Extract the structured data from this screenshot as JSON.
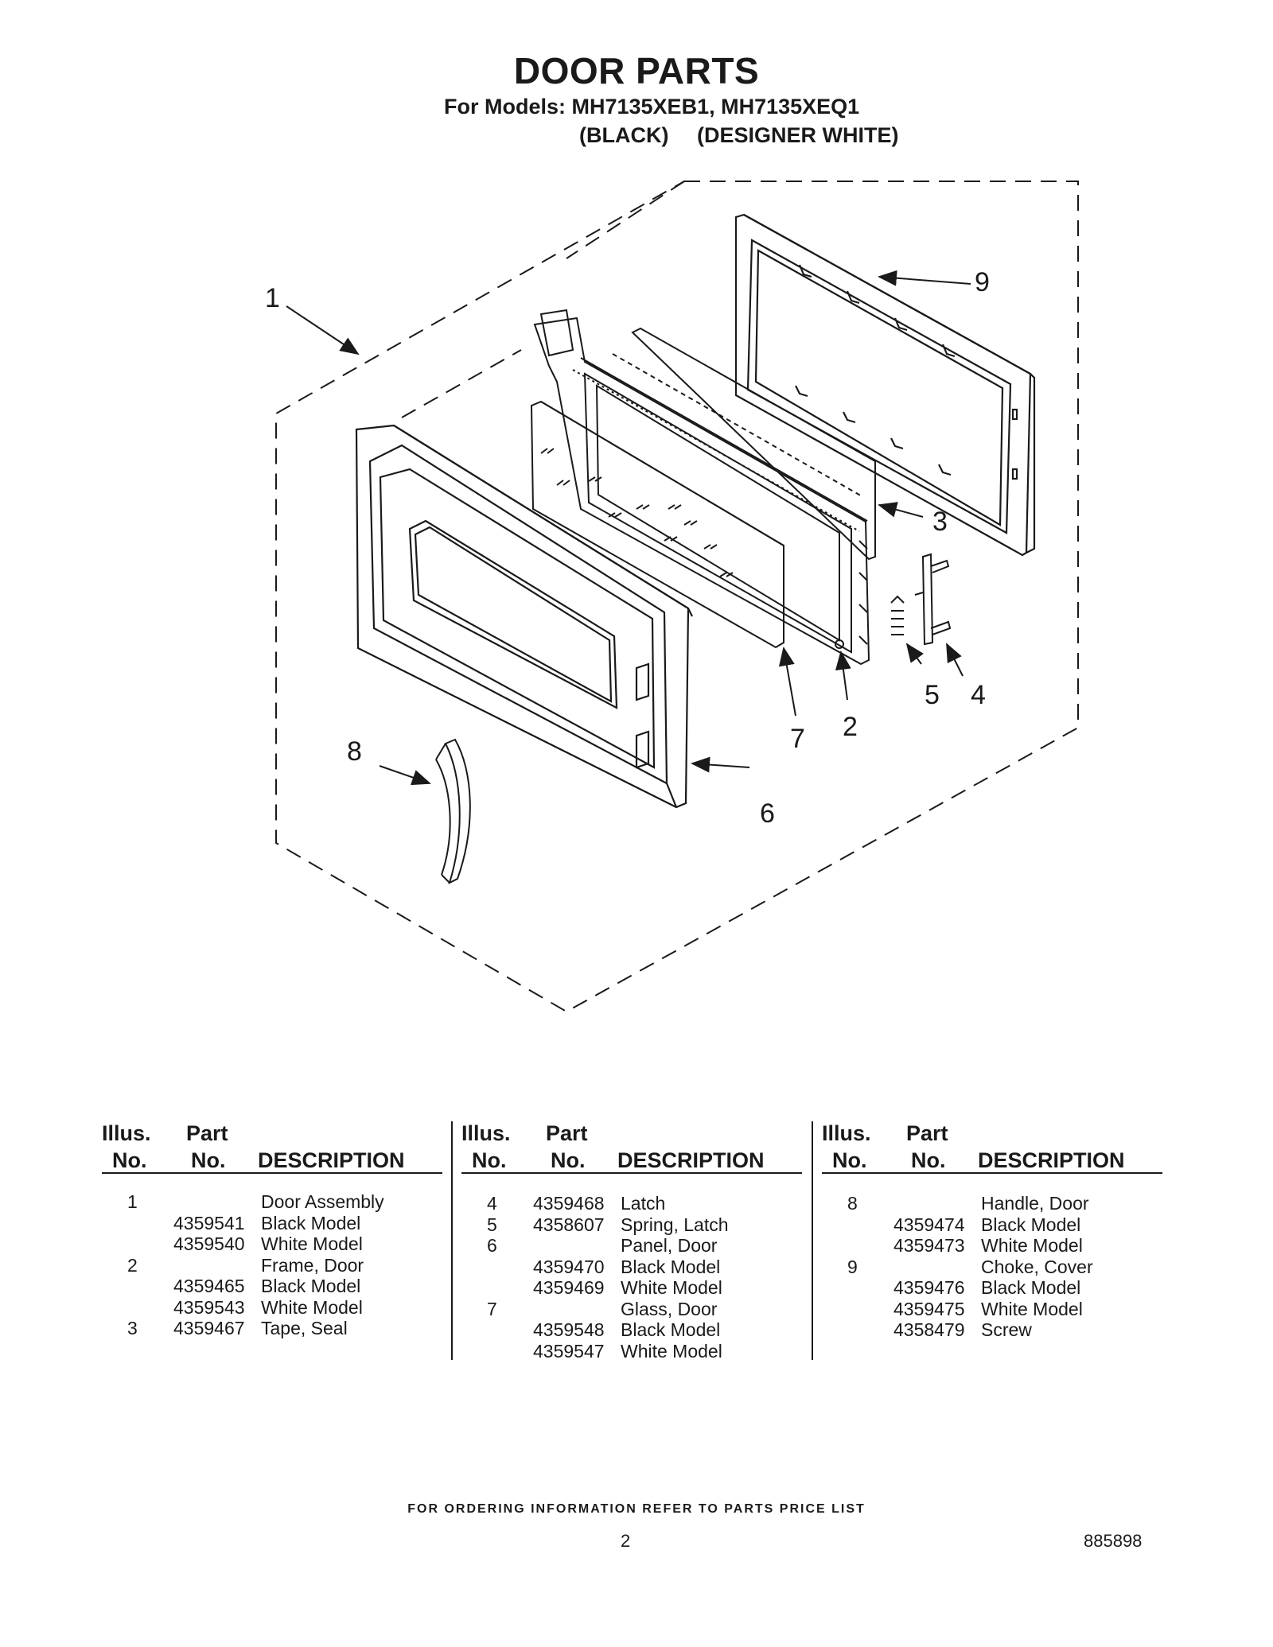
{
  "header": {
    "title": "DOOR PARTS",
    "models": "For Models: MH7135XEB1, MH7135XEQ1",
    "color_black": "(BLACK)",
    "color_white": "(DESIGNER WHITE)"
  },
  "callouts": [
    "1",
    "2",
    "3",
    "4",
    "5",
    "6",
    "7",
    "8",
    "9"
  ],
  "table": {
    "col_headers": {
      "illus_top": "Illus.",
      "illus_bottom": "No.",
      "part_top": "Part",
      "part_bottom": "No.",
      "description": "DESCRIPTION"
    },
    "columns": [
      [
        {
          "illus": "1",
          "part": "",
          "desc": "Door Assembly"
        },
        {
          "illus": "",
          "part": "4359541",
          "desc": "Black Model"
        },
        {
          "illus": "",
          "part": "4359540",
          "desc": "White Model"
        },
        {
          "illus": "2",
          "part": "",
          "desc": "Frame, Door"
        },
        {
          "illus": "",
          "part": "4359465",
          "desc": "Black Model"
        },
        {
          "illus": "",
          "part": "4359543",
          "desc": "White Model"
        },
        {
          "illus": "3",
          "part": "4359467",
          "desc": "Tape, Seal"
        }
      ],
      [
        {
          "illus": "4",
          "part": "4359468",
          "desc": "Latch"
        },
        {
          "illus": "5",
          "part": "4358607",
          "desc": "Spring, Latch"
        },
        {
          "illus": "6",
          "part": "",
          "desc": "Panel, Door"
        },
        {
          "illus": "",
          "part": "4359470",
          "desc": "Black Model"
        },
        {
          "illus": "",
          "part": "4359469",
          "desc": "White Model"
        },
        {
          "illus": "7",
          "part": "",
          "desc": "Glass, Door"
        },
        {
          "illus": "",
          "part": "4359548",
          "desc": "Black Model"
        },
        {
          "illus": "",
          "part": "4359547",
          "desc": "White Model"
        }
      ],
      [
        {
          "illus": "8",
          "part": "",
          "desc": "Handle, Door"
        },
        {
          "illus": "",
          "part": "4359474",
          "desc": "Black Model"
        },
        {
          "illus": "",
          "part": "4359473",
          "desc": "White Model"
        },
        {
          "illus": "9",
          "part": "",
          "desc": "Choke, Cover"
        },
        {
          "illus": "",
          "part": "4359476",
          "desc": "Black Model"
        },
        {
          "illus": "",
          "part": "4359475",
          "desc": "White Model"
        },
        {
          "illus": "",
          "part": "4358479",
          "desc": "Screw"
        }
      ]
    ]
  },
  "footer": {
    "ordering_note": "FOR ORDERING INFORMATION REFER TO PARTS PRICE LIST",
    "page_number": "2",
    "doc_number": "885898"
  }
}
